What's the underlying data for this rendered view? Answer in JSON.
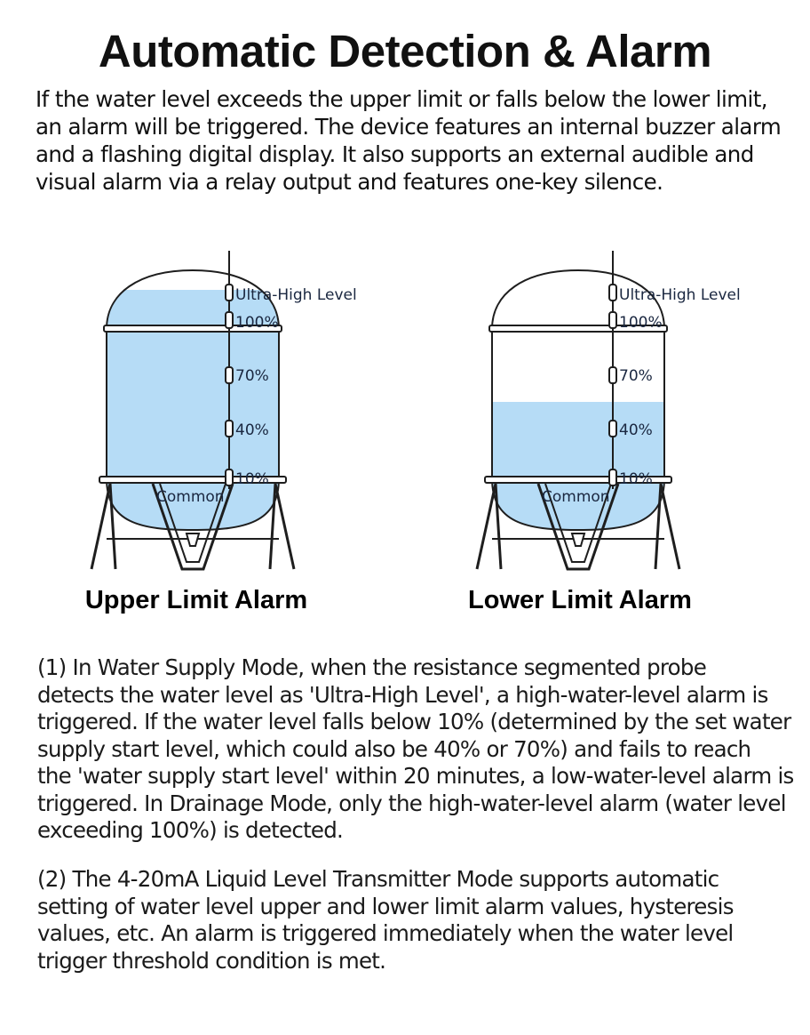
{
  "header": {
    "title": "Automatic Detection & Alarm",
    "intro_lines": [
      "If the water level exceeds the upper limit or falls below the lower limit,",
      "an alarm will be triggered. The device features an internal buzzer alarm",
      "and a flashing digital display. It also supports an external audible and",
      "visual alarm via a relay output and features one-key silence."
    ]
  },
  "tanks": [
    {
      "caption": "Upper Limit Alarm",
      "water_level": "full",
      "probe_labels": {
        "ultra_high": "Ultra-High Level",
        "p100": "100%",
        "p70": "70%",
        "p40": "40%",
        "p10": "10%",
        "common": "Common"
      }
    },
    {
      "caption": "Lower Limit Alarm",
      "water_level": "partial",
      "probe_labels": {
        "ultra_high": "Ultra-High Level",
        "p100": "100%",
        "p70": "70%",
        "p40": "40%",
        "p10": "10%",
        "common": "Common"
      }
    }
  ],
  "colors": {
    "water": "#b6dcf6",
    "outline": "#1e1e1e",
    "probe_label": "#1a2740"
  },
  "notes": [
    {
      "lines": [
        "(1) In Water Supply Mode, when the resistance segmented probe",
        "detects the water level as 'Ultra-High Level', a high-water-level alarm is",
        "triggered. If the water level falls below 10% (determined by the set water",
        "supply start level, which could also be 40% or 70%) and fails to reach",
        "the 'water supply start level' within 20 minutes, a low-water-level alarm is",
        "triggered. In Drainage Mode, only the high-water-level alarm (water level",
        "exceeding 100%) is detected."
      ]
    },
    {
      "lines": [
        "(2) The 4-20mA Liquid Level Transmitter Mode supports automatic",
        "setting of water level upper and lower limit alarm values, hysteresis",
        "values, etc. An alarm is triggered immediately when the water level",
        "trigger threshold condition is met."
      ]
    }
  ]
}
